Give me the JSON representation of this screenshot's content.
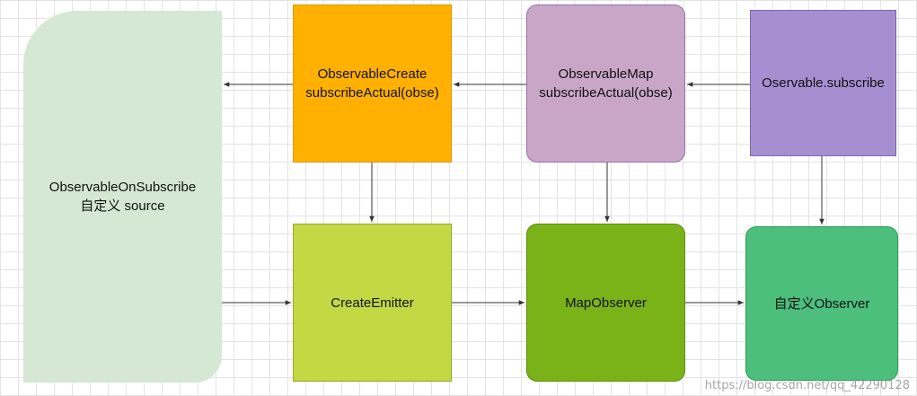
{
  "nodes": {
    "source": {
      "line1": "ObservableOnSubscribe",
      "line2": "自定义 source"
    },
    "create": {
      "line1": "ObservableCreate",
      "line2": "subscribeActual(obse)"
    },
    "map": {
      "line1": "ObservableMap",
      "line2": "subscribeActual(obse)"
    },
    "subscribe": {
      "line1": "Oservable.subscribe"
    },
    "emitter": {
      "line1": "CreateEmitter"
    },
    "mapobserver": {
      "line1": "MapObserver"
    },
    "observer": {
      "line1": "自定义Observer"
    }
  },
  "watermark": "https://blog.csdn.net/qq_42290128",
  "colors": {
    "source": "#d5e8d4",
    "create": "#ffb000",
    "map": "#c9a6c8",
    "subscribe": "#a68fd0",
    "emitter": "#c2d944",
    "mapobserver": "#7ab317",
    "observer": "#4cbf7d",
    "edge": "#333333"
  }
}
